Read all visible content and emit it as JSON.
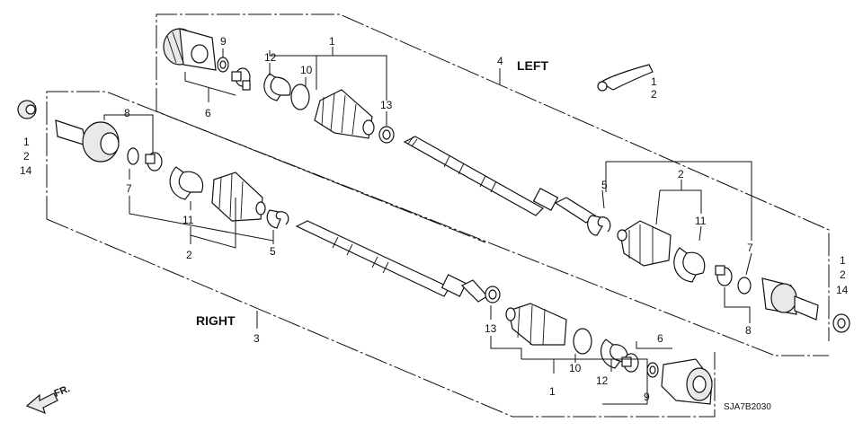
{
  "diagram": {
    "left_label": "LEFT",
    "right_label": "RIGHT",
    "diagram_code": "SJA7B2030",
    "direction_label": "FR.",
    "callouts": {
      "l1": "1",
      "l4": "4",
      "l6": "6",
      "l9": "9",
      "l10": "10",
      "l12": "12",
      "l13": "13",
      "lt1": "1",
      "lt2": "2",
      "l5": "5",
      "l2": "2",
      "l11": "11",
      "l7": "7",
      "l8": "8",
      "lr1": "1",
      "lr2": "2",
      "lr14": "14",
      "rl1": "1",
      "rl2": "2",
      "rl14": "14",
      "r8": "8",
      "r7": "7",
      "r11": "11",
      "r2": "2",
      "r5": "5",
      "r3": "3",
      "r13": "13",
      "r10": "10",
      "r1": "1",
      "r12": "12",
      "r6": "6",
      "r9": "9"
    }
  }
}
